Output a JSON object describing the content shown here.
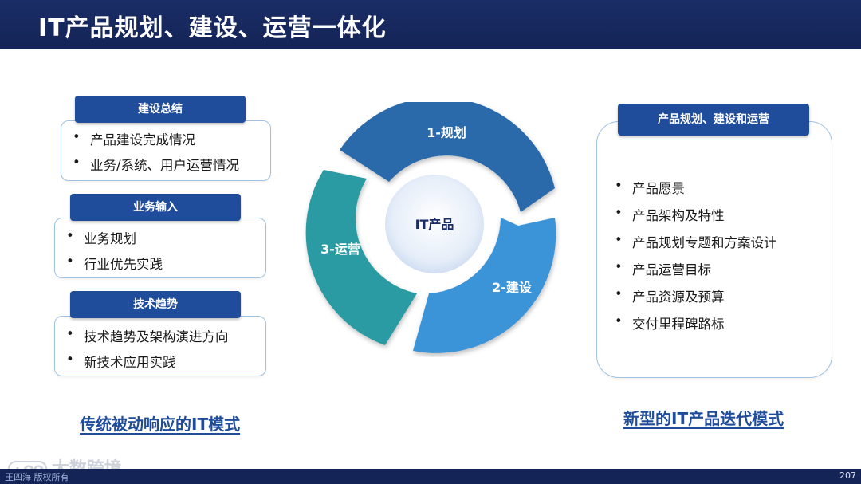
{
  "header": {
    "title": "IT产品规划、建设、运营一体化"
  },
  "left_groups": [
    {
      "tag": "建设总结",
      "items": [
        "产品建设完成情况",
        "业务/系统、用户运营情况"
      ]
    },
    {
      "tag": "业务输入",
      "items": [
        "业务规划",
        "行业优先实践"
      ]
    },
    {
      "tag": "技术趋势",
      "items": [
        "技术趋势及架构演进方向",
        "新技术应用实践"
      ]
    }
  ],
  "left_caption": "传统被动响应的IT模式",
  "cycle": {
    "center": "IT产品",
    "segments": [
      {
        "label": "1-规划",
        "color": "#2a6aab"
      },
      {
        "label": "2-建设",
        "color": "#3a93d8"
      },
      {
        "label": "3-运营",
        "color": "#2a9ba2"
      }
    ]
  },
  "right_panel": {
    "tag": "产品规划、建设和运营",
    "items": [
      "产品愿景",
      "产品架构及特性",
      "产品规划专题和方案设计",
      "产品运营目标",
      "产品资源及预算",
      "交付里程碑路标"
    ]
  },
  "right_caption": "新型的IT产品迭代模式",
  "footer": {
    "page": "207",
    "owner": "王四海 版权所有"
  },
  "watermark": {
    "logo": "ԃՕՕ",
    "text": "大数跨境"
  }
}
